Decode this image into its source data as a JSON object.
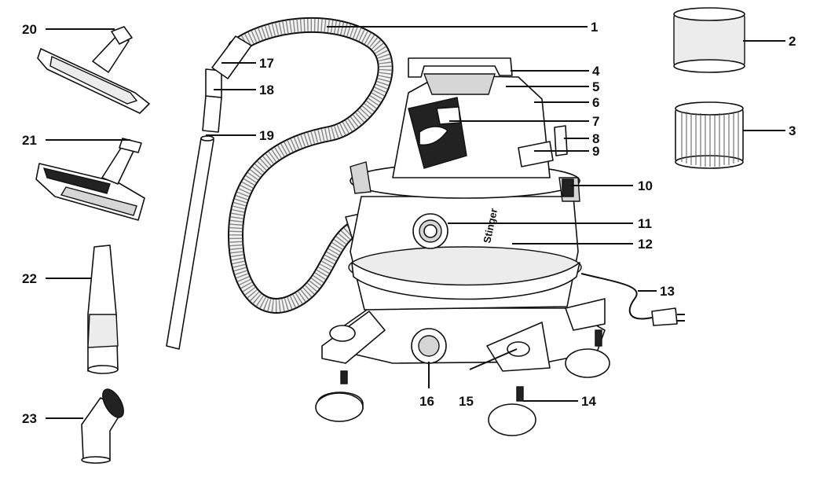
{
  "callouts": [
    {
      "id": "c1",
      "text": "1"
    },
    {
      "id": "c2",
      "text": "2"
    },
    {
      "id": "c3",
      "text": "3"
    },
    {
      "id": "c4",
      "text": "4"
    },
    {
      "id": "c5",
      "text": "5"
    },
    {
      "id": "c6",
      "text": "6"
    },
    {
      "id": "c7",
      "text": "7"
    },
    {
      "id": "c8",
      "text": "8"
    },
    {
      "id": "c9",
      "text": "9"
    },
    {
      "id": "c10",
      "text": "10"
    },
    {
      "id": "c11",
      "text": "11"
    },
    {
      "id": "c12",
      "text": "12"
    },
    {
      "id": "c13",
      "text": "13"
    },
    {
      "id": "c14",
      "text": "14"
    },
    {
      "id": "c15",
      "text": "15"
    },
    {
      "id": "c16",
      "text": "16"
    },
    {
      "id": "c17",
      "text": "17"
    },
    {
      "id": "c18",
      "text": "18"
    },
    {
      "id": "c19",
      "text": "19"
    },
    {
      "id": "c20",
      "text": "20"
    },
    {
      "id": "c21",
      "text": "21"
    },
    {
      "id": "c22",
      "text": "22"
    },
    {
      "id": "c23",
      "text": "23"
    }
  ],
  "brand_mark": "Stinger"
}
